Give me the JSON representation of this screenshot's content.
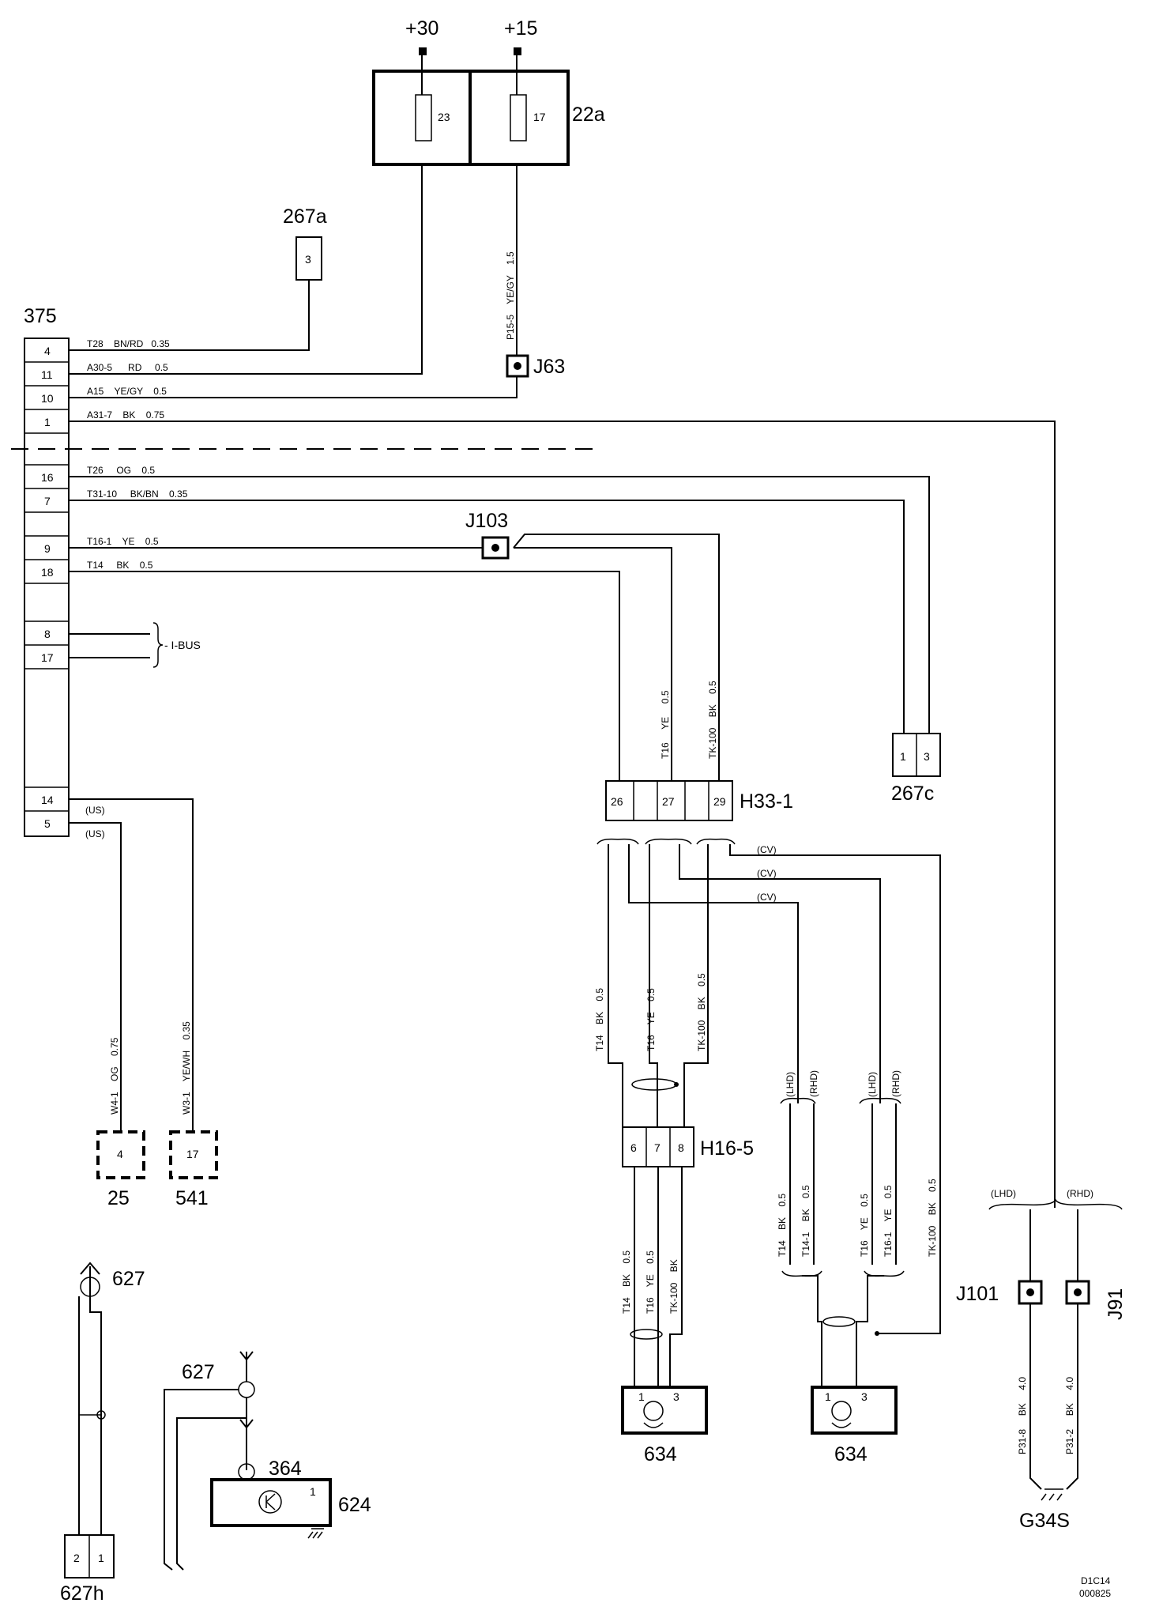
{
  "supply": {
    "plus30": "+30",
    "plus15": "+15"
  },
  "fusebox": {
    "id": "22a",
    "fuse_23": "23",
    "fuse_17": "17"
  },
  "connectors": {
    "c267a": "267a",
    "c267a_pin": "3",
    "c375": "375",
    "j63": "J63",
    "j103": "J103",
    "h33": "H33-1",
    "h33_pins": [
      "26",
      "27",
      "29"
    ],
    "c267c": "267c",
    "c267c_pins": [
      "1",
      "3"
    ],
    "h16": "H16-5",
    "h16_pins": [
      "6",
      "7",
      "8"
    ],
    "c25": "25",
    "c25_pin": "4",
    "c541": "541",
    "c541_pin": "17",
    "j101": "J101",
    "j91": "J91",
    "g34s": "G34S",
    "c634a": "634",
    "c634b": "634",
    "c627a": "627",
    "c627b": "627",
    "c627h": "627h",
    "c627h_pins": [
      "2",
      "1"
    ],
    "c364": "364",
    "c624": "624",
    "pin1": "1",
    "pin3": "3"
  },
  "pins375": [
    "4",
    "11",
    "10",
    "1",
    "16",
    "7",
    "9",
    "18",
    "8",
    "17",
    "14",
    "5"
  ],
  "wires": {
    "w4": "T28    BN/RD   0.35",
    "w11": "A30-5      RD     0.5",
    "w10": "A15    YE/GY    0.5",
    "w1": "A31-7    BK    0.75",
    "w16": "T26     OG    0.5",
    "w7": "T31-10     BK/BN    0.35",
    "w9": "T16-1    YE    0.5",
    "w18": "T14     BK    0.5",
    "w_p15": "P15-5    YE/GY    1.5",
    "w_t16": "T16     YE     0.5",
    "w_tk100": "TK-100    BK    0.5",
    "w_t14_mid": "T14    BK    0.5",
    "w_t16_mid": "T16    YE    0.5",
    "w_tk_mid": "TK-100    BK    0.5",
    "w_w41": "W4-1    OG    0.75",
    "w_w31": "W3-1    YE/WH    0.35",
    "w_t14_l": "T14    BK    0.5",
    "w_t141": "T14-1    BK    0.5",
    "w_t16_l": "T16    YE    0.5",
    "w_t161": "T16-1    YE    0.5",
    "w_tk_far": "TK-100    BK    0.5",
    "w_t14_low": "T14    BK    0.5",
    "w_t16_low": "T16    YE    0.5",
    "w_tk_low": "TK-100    BK",
    "w_p318": "P31-8     BK     4.0",
    "w_p312": "P31-2     BK     4.0"
  },
  "labels": {
    "ibus": "- I-BUS",
    "us1": "(US)",
    "us2": "(US)",
    "cv1": "(CV)",
    "cv2": "(CV)",
    "cv3": "(CV)",
    "lhd1": "(LHD)",
    "rhd1": "(RHD)",
    "lhd2": "(LHD)",
    "rhd2": "(RHD)",
    "lhd3": "(LHD)",
    "rhd3": "(RHD)"
  },
  "code": {
    "line1": "D1C14",
    "line2": "000825"
  }
}
